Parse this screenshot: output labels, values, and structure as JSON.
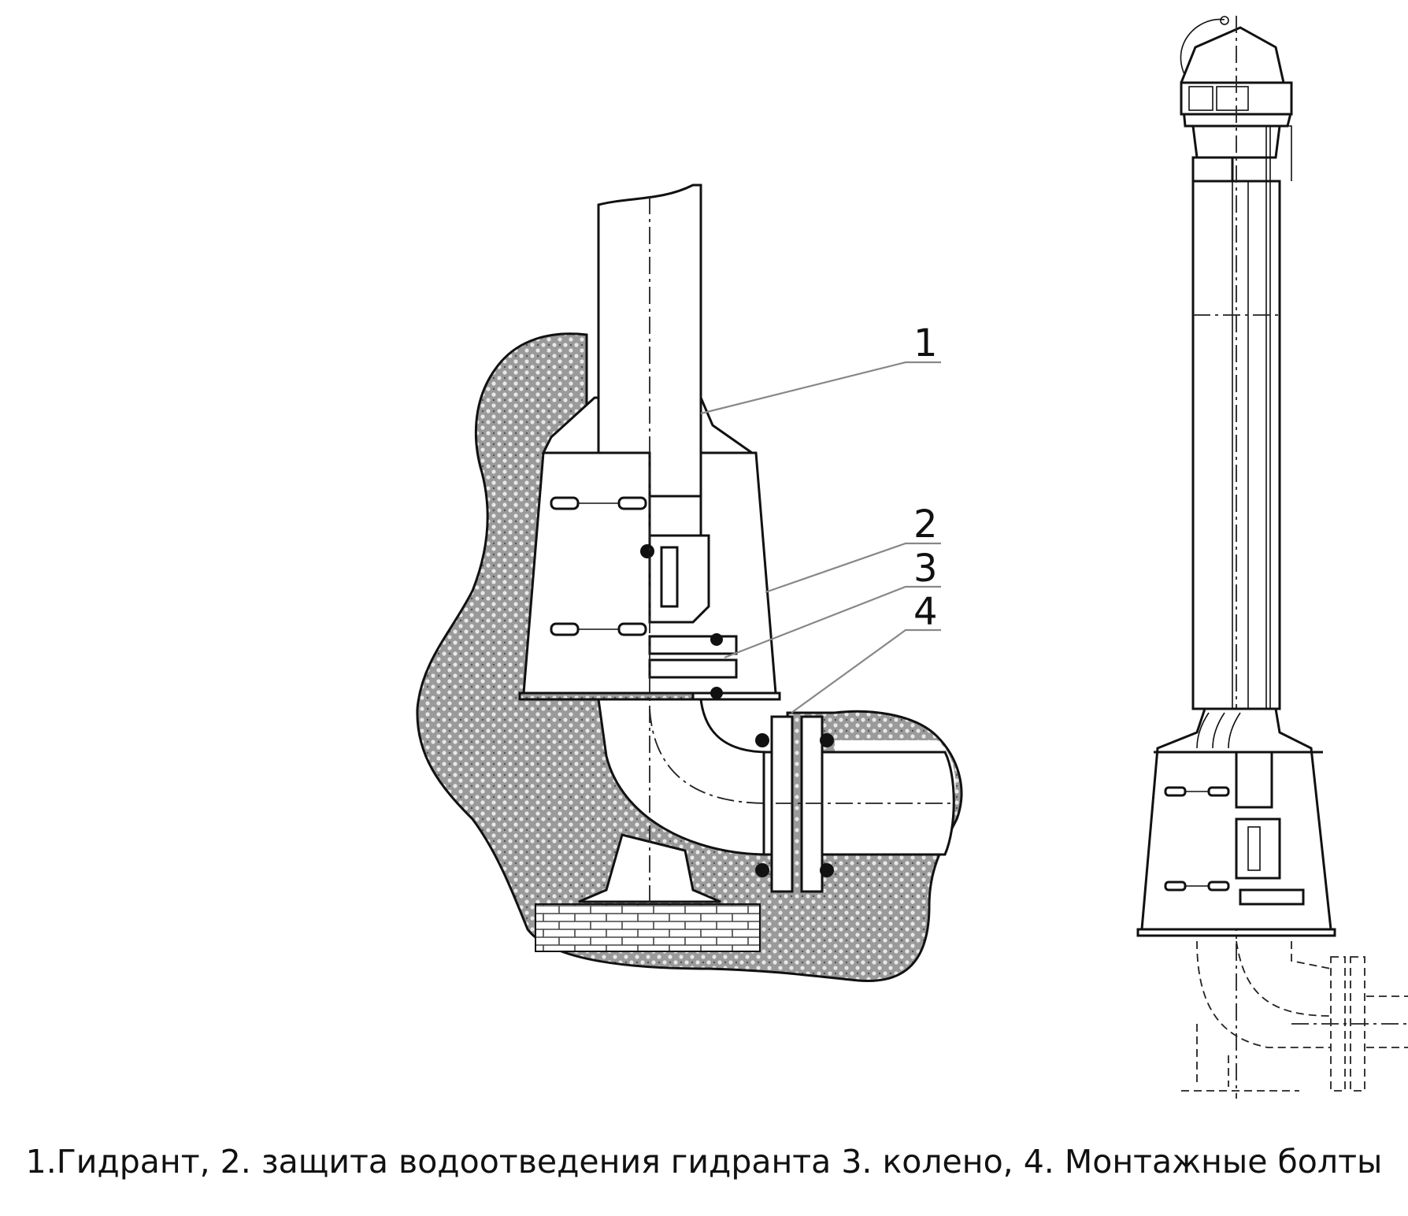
{
  "labels": {
    "n1": "1",
    "n2": "2",
    "n3": "3",
    "n4": "4"
  },
  "caption": "1.Гидрант, 2. защита водоотведения гидранта 3. колено, 4. Монтажные болты"
}
